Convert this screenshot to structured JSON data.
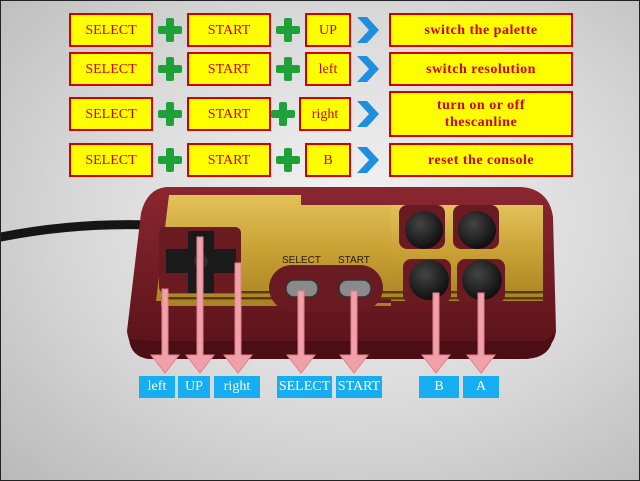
{
  "combo_rows": [
    {
      "keys": [
        "SELECT",
        "START",
        "UP"
      ],
      "action": "switch the palette"
    },
    {
      "keys": [
        "SELECT",
        "START",
        "left"
      ],
      "action": "switch resolution"
    },
    {
      "keys": [
        "SELECT",
        "START",
        "right"
      ],
      "action": "turn on or off thescanline"
    },
    {
      "keys": [
        "SELECT",
        "START",
        "B"
      ],
      "action": "reset the console"
    }
  ],
  "controller": {
    "select_label": "SELECT",
    "start_label": "START"
  },
  "button_labels": [
    "left",
    "UP",
    "right",
    "SELECT",
    "START",
    "B",
    "A"
  ],
  "colors": {
    "key_box_fill": "#ffff00",
    "key_box_border": "#d40000",
    "plus_icon": "#1fa13a",
    "arrow_icon": "#1e8fe0",
    "label_fill": "#17aef1",
    "pointer_arrow": "#f0a0a8",
    "controller_body": "#7a1e26",
    "controller_plate": "#c9a63a"
  },
  "icons": [
    "plus-icon",
    "chevron-right-icon",
    "down-arrow-icon"
  ]
}
